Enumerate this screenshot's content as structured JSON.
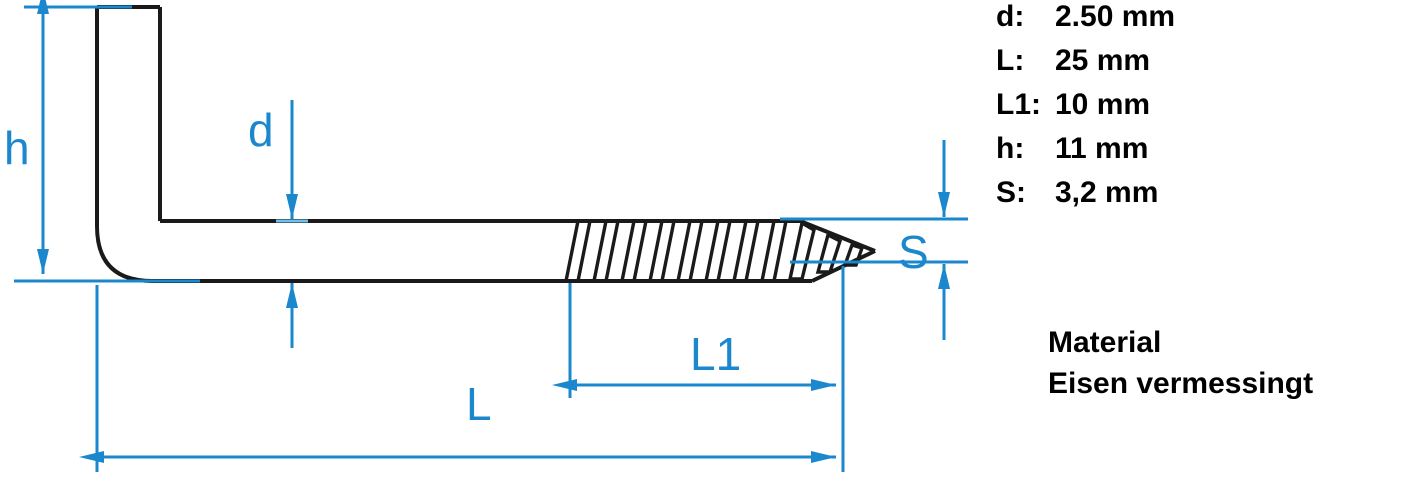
{
  "drawing": {
    "title": "Screw hook technical drawing",
    "colors": {
      "dimension_blue": "#1b87cc",
      "outline_black": "#1a1a1a",
      "background": "#ffffff"
    },
    "dimension_labels": {
      "h": "h",
      "d": "d",
      "L": "L",
      "L1": "L1",
      "S": "S"
    }
  },
  "specs": {
    "rows": [
      {
        "key": "d:",
        "value": "2.50 mm"
      },
      {
        "key": "L:",
        "value": "25 mm"
      },
      {
        "key": "L1:",
        "value": "10 mm"
      },
      {
        "key": "h:",
        "value": "11 mm"
      },
      {
        "key": "S:",
        "value": "3,2 mm"
      }
    ]
  },
  "material": {
    "heading": "Material",
    "value": "Eisen vermessingt"
  }
}
